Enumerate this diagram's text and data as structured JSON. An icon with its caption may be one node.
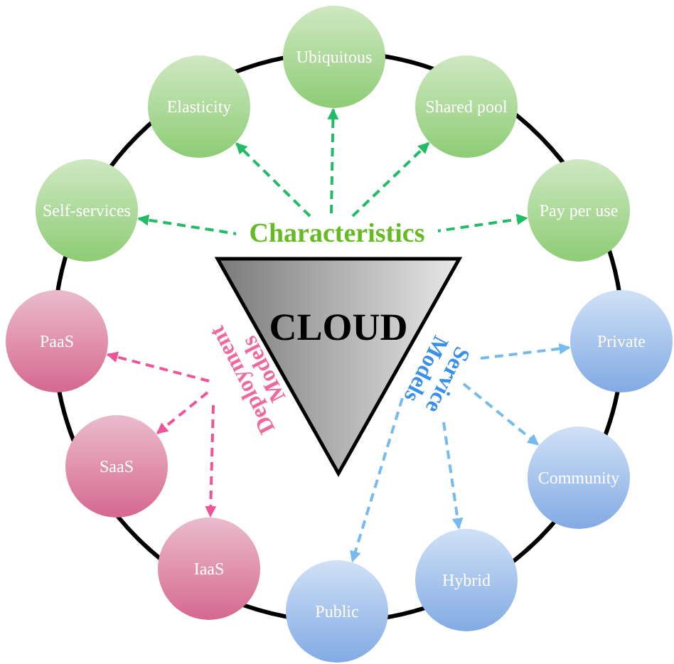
{
  "diagram": {
    "nodes": [
      {
        "text": [
          "CLOUD"
        ]
      },
      {
        "text": [
          "Characteristics"
        ]
      },
      {
        "text": [
          "Deployment Models"
        ]
      },
      {
        "text": [
          "Service Models"
        ]
      },
      {
        "text": [
          "Ubiquitous"
        ]
      },
      {
        "text": [
          "Elasticity"
        ]
      },
      {
        "text": [
          "Shared pool"
        ]
      },
      {
        "text": [
          "Self-services"
        ]
      },
      {
        "text": [
          "Pay per use"
        ]
      },
      {
        "text": [
          "PaaS"
        ]
      },
      {
        "text": [
          "Private"
        ]
      },
      {
        "text": [
          "SaaS"
        ]
      },
      {
        "text": [
          "Community"
        ]
      },
      {
        "text": [
          "IaaS"
        ]
      },
      {
        "text": [
          "Hybrid"
        ]
      },
      {
        "text": [
          "Public"
        ]
      }
    ],
    "edges": [
      {
        "from": 1,
        "to": 7,
        "arrow": "to",
        "style": "dashed",
        "color": "#22bb66"
      },
      {
        "from": 1,
        "to": 5,
        "arrow": "to",
        "style": "dashed",
        "color": "#22bb66"
      },
      {
        "from": 1,
        "to": 4,
        "arrow": "to",
        "style": "dashed",
        "color": "#22bb66"
      },
      {
        "from": 1,
        "to": 6,
        "arrow": "to",
        "style": "dashed",
        "color": "#22bb66"
      },
      {
        "from": 1,
        "to": 8,
        "arrow": "to",
        "style": "dashed",
        "color": "#22bb66"
      },
      {
        "from": 2,
        "to": 9,
        "arrow": "to",
        "style": "dashed",
        "color": "#ee5599"
      },
      {
        "from": 2,
        "to": 11,
        "arrow": "to",
        "style": "dashed",
        "color": "#ee5599"
      },
      {
        "from": 2,
        "to": 13,
        "arrow": "to",
        "style": "dashed",
        "color": "#ee5599"
      },
      {
        "from": 3,
        "to": 10,
        "arrow": "to",
        "style": "dashed",
        "color": "#77bbee"
      },
      {
        "from": 3,
        "to": 12,
        "arrow": "to",
        "style": "dashed",
        "color": "#77bbee"
      },
      {
        "from": 3,
        "to": 14,
        "arrow": "to",
        "style": "dashed",
        "color": "#77bbee"
      },
      {
        "from": 3,
        "to": 15,
        "arrow": "to",
        "style": "dashed",
        "color": "#77bbee"
      }
    ]
  }
}
